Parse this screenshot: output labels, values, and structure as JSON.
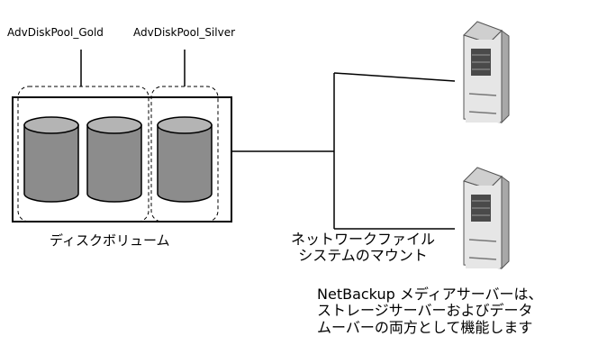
{
  "labels": {
    "pool_gold": "AdvDiskPool_Gold",
    "pool_silver": "AdvDiskPool_Silver",
    "disk_volume": "ディスクボリューム",
    "nfs_mount_line1": "ネットワークファイル",
    "nfs_mount_line2": "システムのマウント",
    "media_server_line1": "NetBackup メディアサーバーは、",
    "media_server_line2": "ストレージサーバーおよびデータ",
    "media_server_line3": "ムーバーの両方として機能します"
  },
  "colors": {
    "line": "#000000",
    "disk_side": "#8c8c8c",
    "disk_top": "#b4b4b4",
    "server_front": "#e6e6e6",
    "server_side": "#a8a8a8",
    "server_top": "#cfcfcf",
    "server_slot": "#4a4a4a"
  },
  "icons": {
    "disk": "cylinder-disk-icon",
    "server": "tower-server-icon"
  }
}
